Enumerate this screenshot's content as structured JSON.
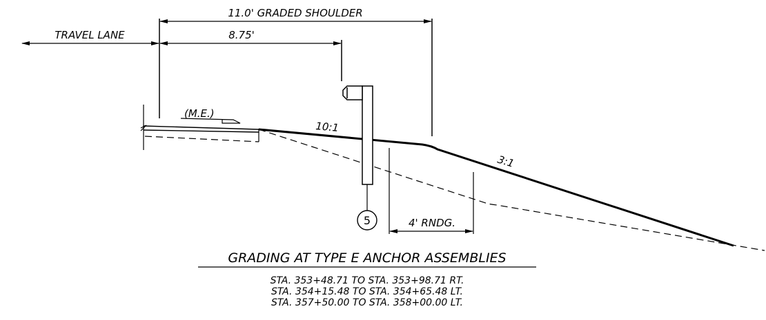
{
  "dimensions": {
    "graded_shoulder": "11.0' GRADED SHOULDER",
    "travel_lane": "TRAVEL LANE",
    "offset": "8.75'",
    "rounding": "4' RNDG."
  },
  "labels": {
    "match_existing": "(M.E.)",
    "shoulder_slope": "10:1",
    "fill_slope": "3:1",
    "callout_number": "5"
  },
  "title": {
    "main": "GRADING AT TYPE E ANCHOR ASSEMBLIES",
    "stations": [
      "STA. 353+48.71 TO STA. 353+98.71 RT.",
      "STA. 354+15.48 TO STA. 354+65.48 LT.",
      "STA. 357+50.00 TO STA. 358+00.00 LT."
    ]
  }
}
